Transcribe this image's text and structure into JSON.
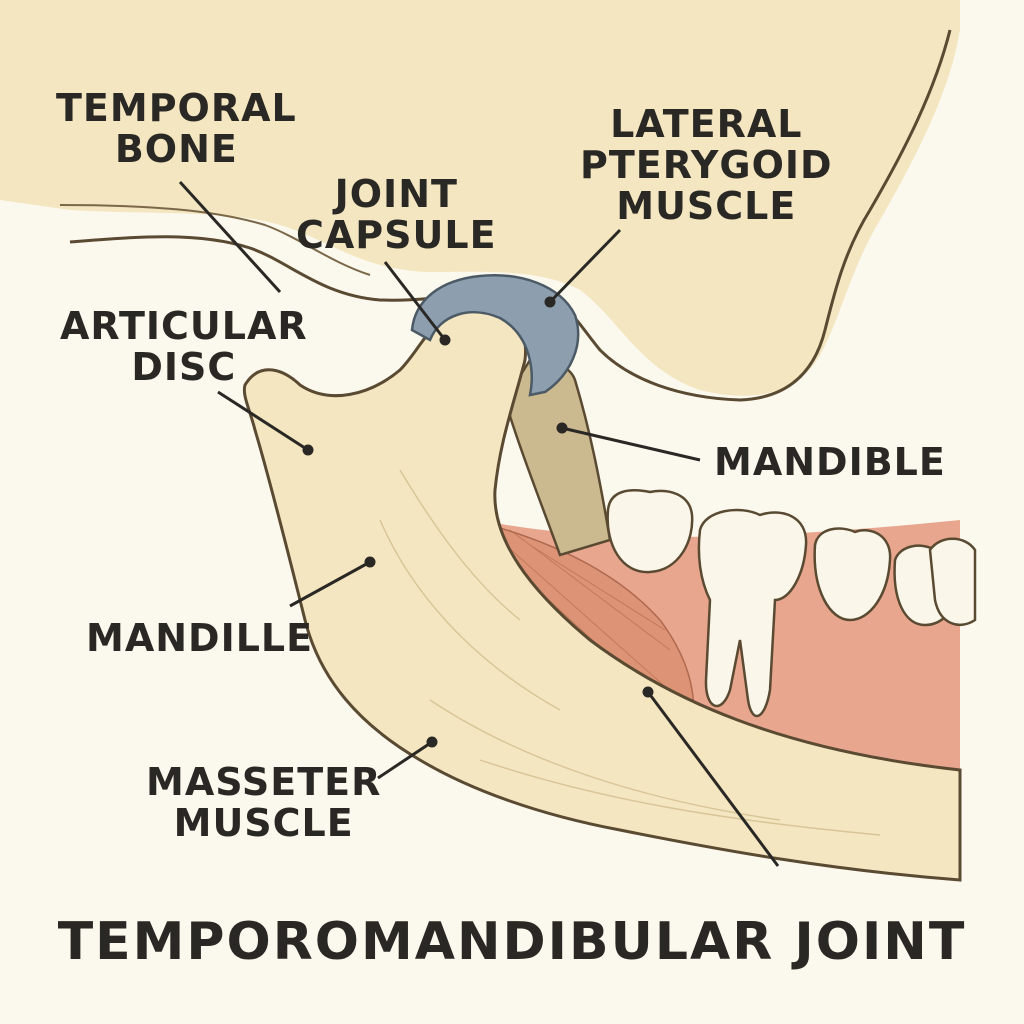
{
  "colors": {
    "background": "#fbf8ee",
    "bone": "#f3e6c0",
    "bone_outline": "#5a4a32",
    "capsule": "#8d9fae",
    "muscle": "#dc9376",
    "gum": "#e9a68f",
    "ligament": "#cbb98f",
    "label_text": "#2a2824"
  },
  "labels": {
    "temporal_bone": [
      "TEMPORAL",
      "BONE"
    ],
    "joint_capsule": [
      "JOINT",
      "CAPSULE"
    ],
    "lateral_pterygoid": [
      "LATERAL",
      "PTERYGOID",
      "MUSCLE"
    ],
    "articular_disc": [
      "ARTICULAR",
      "DISC"
    ],
    "mandible_right": [
      "MANDIBLE"
    ],
    "mandille": [
      "MANDILLE"
    ],
    "masseter": [
      "MASSETER",
      "MUSCLE"
    ]
  },
  "title": "TEMPOROMANDIBULAR JOINT"
}
